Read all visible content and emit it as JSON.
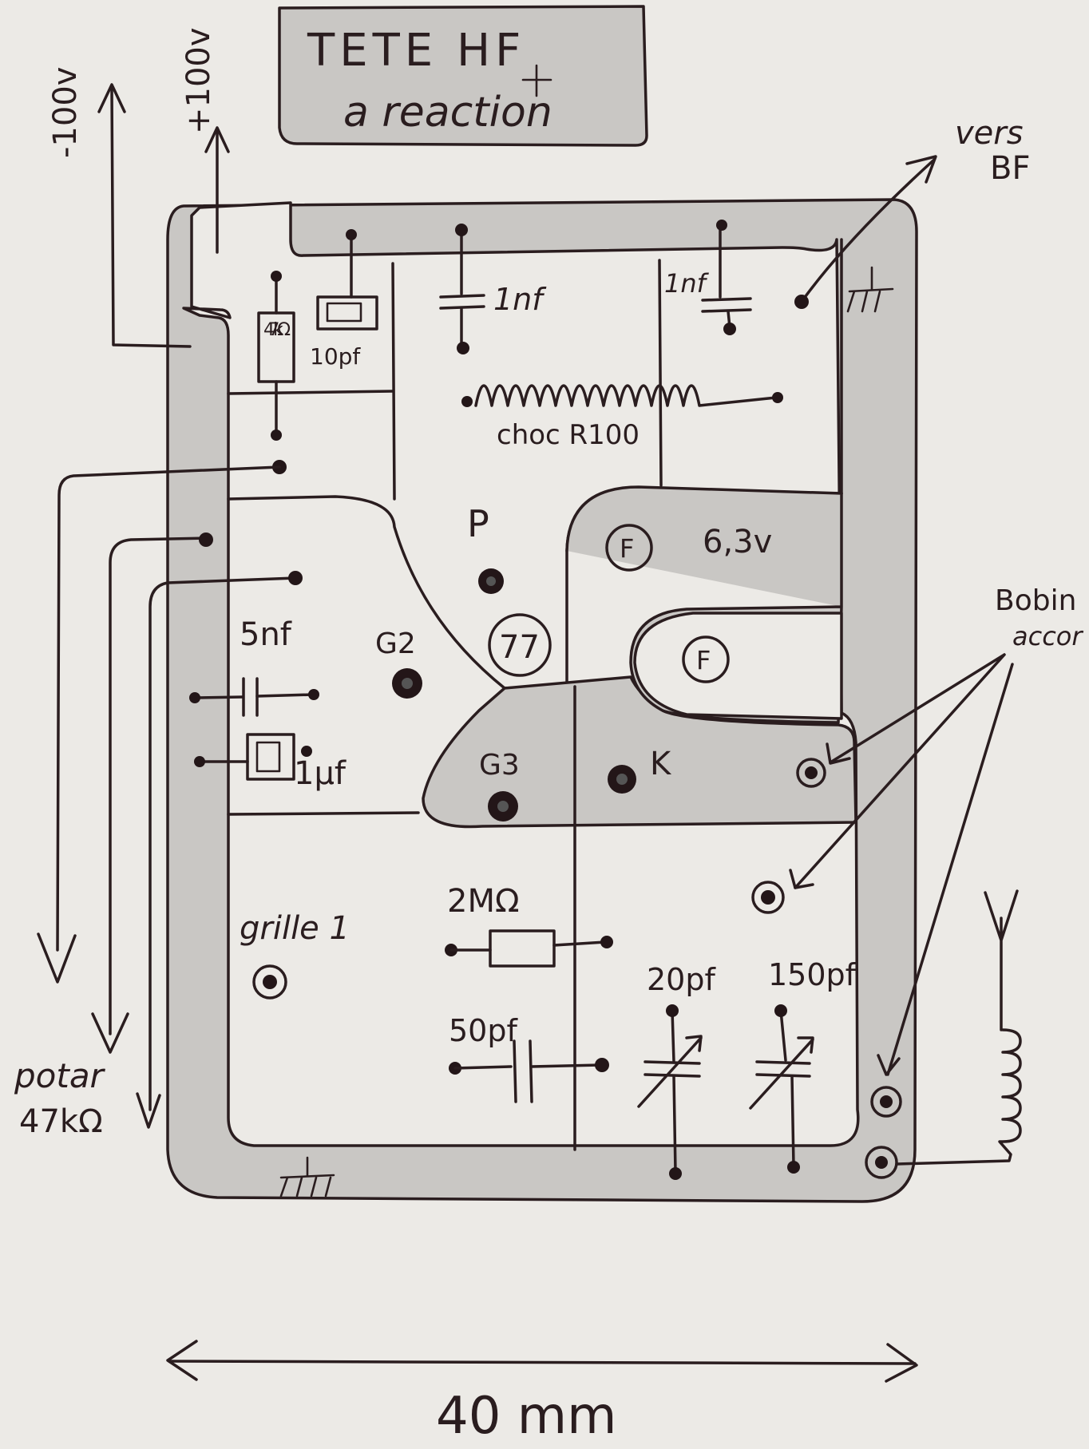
{
  "title": {
    "line1": "TETE  HF",
    "line2": "a reaction"
  },
  "supplies": {
    "minus": "-100v",
    "plus": "+100v"
  },
  "output": {
    "line1": "vers",
    "line2": "BF"
  },
  "bobine": {
    "line1": "Bobin",
    "line2": "accor"
  },
  "potar": {
    "line1": "potar",
    "line2": "47kΩ"
  },
  "components": {
    "r47": "47 kΩ",
    "c10pf": "10pf",
    "c1nf_a": "1nf",
    "c1nf_b": "1nf",
    "choc": "choc R100",
    "p": "P",
    "f1": "F",
    "f2": "F",
    "v63": "6,3v",
    "g2": "G2",
    "tube": "77",
    "c5nf": "5nf",
    "c1uf": "1µf",
    "g3": "G3",
    "k": "K",
    "grille": "grille 1",
    "r2m": "2MΩ",
    "c50pf": "50pf",
    "c20pf": "20pf",
    "c150pf": "150pf"
  },
  "dimension": "40 mm",
  "colors": {
    "ink": "#2a1d1f",
    "paper": "#eceae6",
    "shade": "#c9c7c4"
  }
}
